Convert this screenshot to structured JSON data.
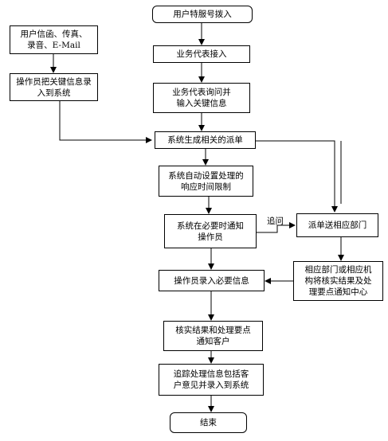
{
  "nodes": {
    "start": "用户特服号拨入",
    "rep_answer": "业务代表接入",
    "rep_query": "业务代表询问并\n输入关键信息",
    "letter": "用户信函、传真、\n录音、E-Mail",
    "op_entry": "操作员把关键信息录\n入到系统",
    "dispatch": "系统生成相关的派单",
    "auto_limit": "系统自动设置处理的\n响应时间限制",
    "notify_op": "系统在必要时通知\n操作员",
    "send_dept": "派单送相应部门",
    "dept_notify": "相应部门或相应机\n构将核实结果及处\n理要点通知中心",
    "op_record": "操作员录入必要信息",
    "verify": "核实结果和处理要点\n通知客户",
    "track": "追踪处理信息包括客\n户意见并录入到系统",
    "end": "结束"
  },
  "labels": {
    "followup": "追问"
  }
}
